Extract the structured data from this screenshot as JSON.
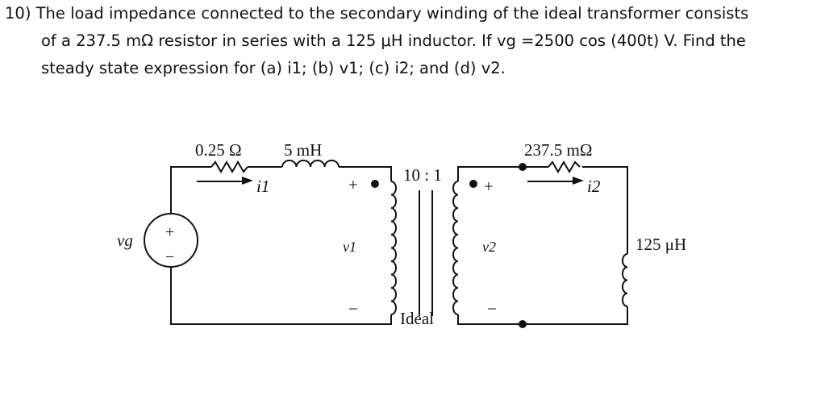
{
  "question": {
    "line1": "10) The load impedance connected to the secondary winding of the ideal transformer consists",
    "line2": "of a 237.5 mΩ resistor in series with a 125 μH inductor. If vg =2500 cos (400t) V. Find the",
    "line3": "steady state expression for (a) i1; (b) v1; (c) i2; and (d) v2."
  },
  "circuit": {
    "r1_label": "0.25 Ω",
    "l1_label": "5 mH",
    "i1_label": "i1",
    "vg_label": "vg",
    "v1_label": "v1",
    "ratio_label": "10 : 1",
    "ideal_label": "Ideal",
    "v2_label": "v2",
    "r2_label": "237.5 mΩ",
    "i2_label": "i2",
    "l2_label": "125 μH",
    "plus": "+",
    "minus": "−"
  }
}
